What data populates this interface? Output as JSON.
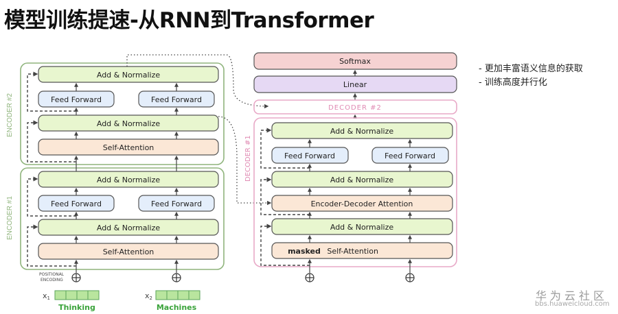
{
  "title": "模型训练提速-从RNN到Transformer",
  "bullets": [
    "- 更加丰富语义信息的获取",
    "- 训练高度并行化"
  ],
  "encoders": [
    {
      "label": "ENCODER #2",
      "blocks": [
        "Add & Normalize",
        "Feed Forward",
        "Feed Forward",
        "Add & Normalize",
        "Self-Attention"
      ]
    },
    {
      "label": "ENCODER #1",
      "blocks": [
        "Add & Normalize",
        "Feed Forward",
        "Feed Forward",
        "Add & Normalize",
        "Self-Attention"
      ]
    }
  ],
  "decoder": {
    "top": [
      "Softmax",
      "Linear"
    ],
    "label2": "DECODER #2",
    "label1": "DECODER #1",
    "blocks": [
      "Add & Normalize",
      "Feed Forward",
      "Feed Forward",
      "Add & Normalize",
      "Encoder-Decoder Attention",
      "Add & Normalize",
      "Self-Attention"
    ],
    "masked": "masked"
  },
  "positional_encoding": [
    "POSITIONAL",
    "ENCODING"
  ],
  "inputs": [
    {
      "sub": "x",
      "idx": "1",
      "word": "Thinking"
    },
    {
      "sub": "x",
      "idx": "2",
      "word": "Machines"
    }
  ],
  "watermark": {
    "brand": "华为云社区",
    "url": "bbs.huaweicloud.com"
  },
  "colors": {
    "encoder_frame": "#8fb47c",
    "decoder_frame": "#e8a9c7",
    "add_norm": "#e8f6cf",
    "feed_forward": "#e4eefb",
    "self_attention": "#fbe7d6",
    "softmax": "#f6d2d2",
    "linear": "#e6d9f4",
    "green_text": "#3aa33a"
  }
}
